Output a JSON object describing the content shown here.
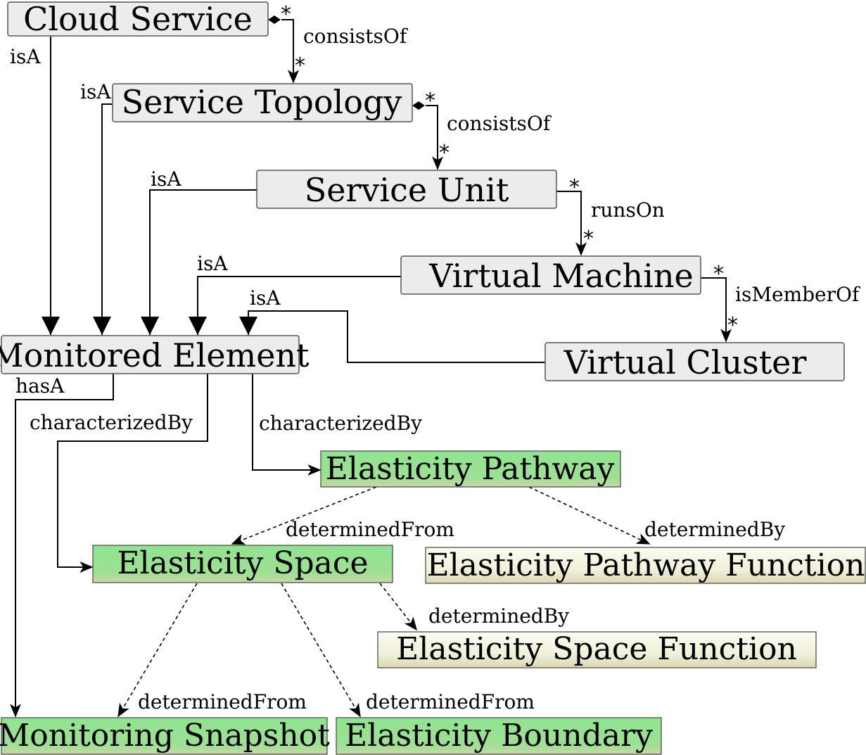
{
  "nodes": {
    "cloud_service": "Cloud Service",
    "service_topology": "Service Topology",
    "service_unit": "Service Unit",
    "virtual_machine": "Virtual Machine",
    "virtual_cluster": "Virtual Cluster",
    "monitored_element": "Monitored Element",
    "elasticity_pathway": "Elasticity Pathway",
    "elasticity_space": "Elasticity Space",
    "elasticity_pathway_function": "Elasticity Pathway Function",
    "elasticity_space_function": "Elasticity Space Function",
    "monitoring_snapshot": "Monitoring Snapshot",
    "elasticity_boundary": "Elasticity Boundary"
  },
  "edge_labels": {
    "cloud_isA": "isA",
    "topology_isA": "isA",
    "unit_isA": "isA",
    "vm_isA": "isA",
    "cluster_isA": "isA",
    "cloud_consistsOf": "consistsOf",
    "topology_consistsOf": "consistsOf",
    "unit_runsOn": "runsOn",
    "vm_isMemberOf": "isMemberOf",
    "element_hasA": "hasA",
    "element_characterizedBy_space": "characterizedBy",
    "element_characterizedBy_pathway": "characterizedBy",
    "pathway_determinedFrom": "determinedFrom",
    "pathway_determinedBy": "determinedBy",
    "space_determinedBy": "determinedBy",
    "space_determinedFrom_snapshot": "determinedFrom",
    "space_determinedFrom_boundary": "determinedFrom"
  },
  "multiplicity": "*",
  "colors": {
    "gray_box": "#ececec",
    "green_top": "#8fe48f",
    "green_bottom": "#c8d8a4",
    "beige_top": "#f7f7e6",
    "beige_bottom": "#ddd9b4"
  }
}
